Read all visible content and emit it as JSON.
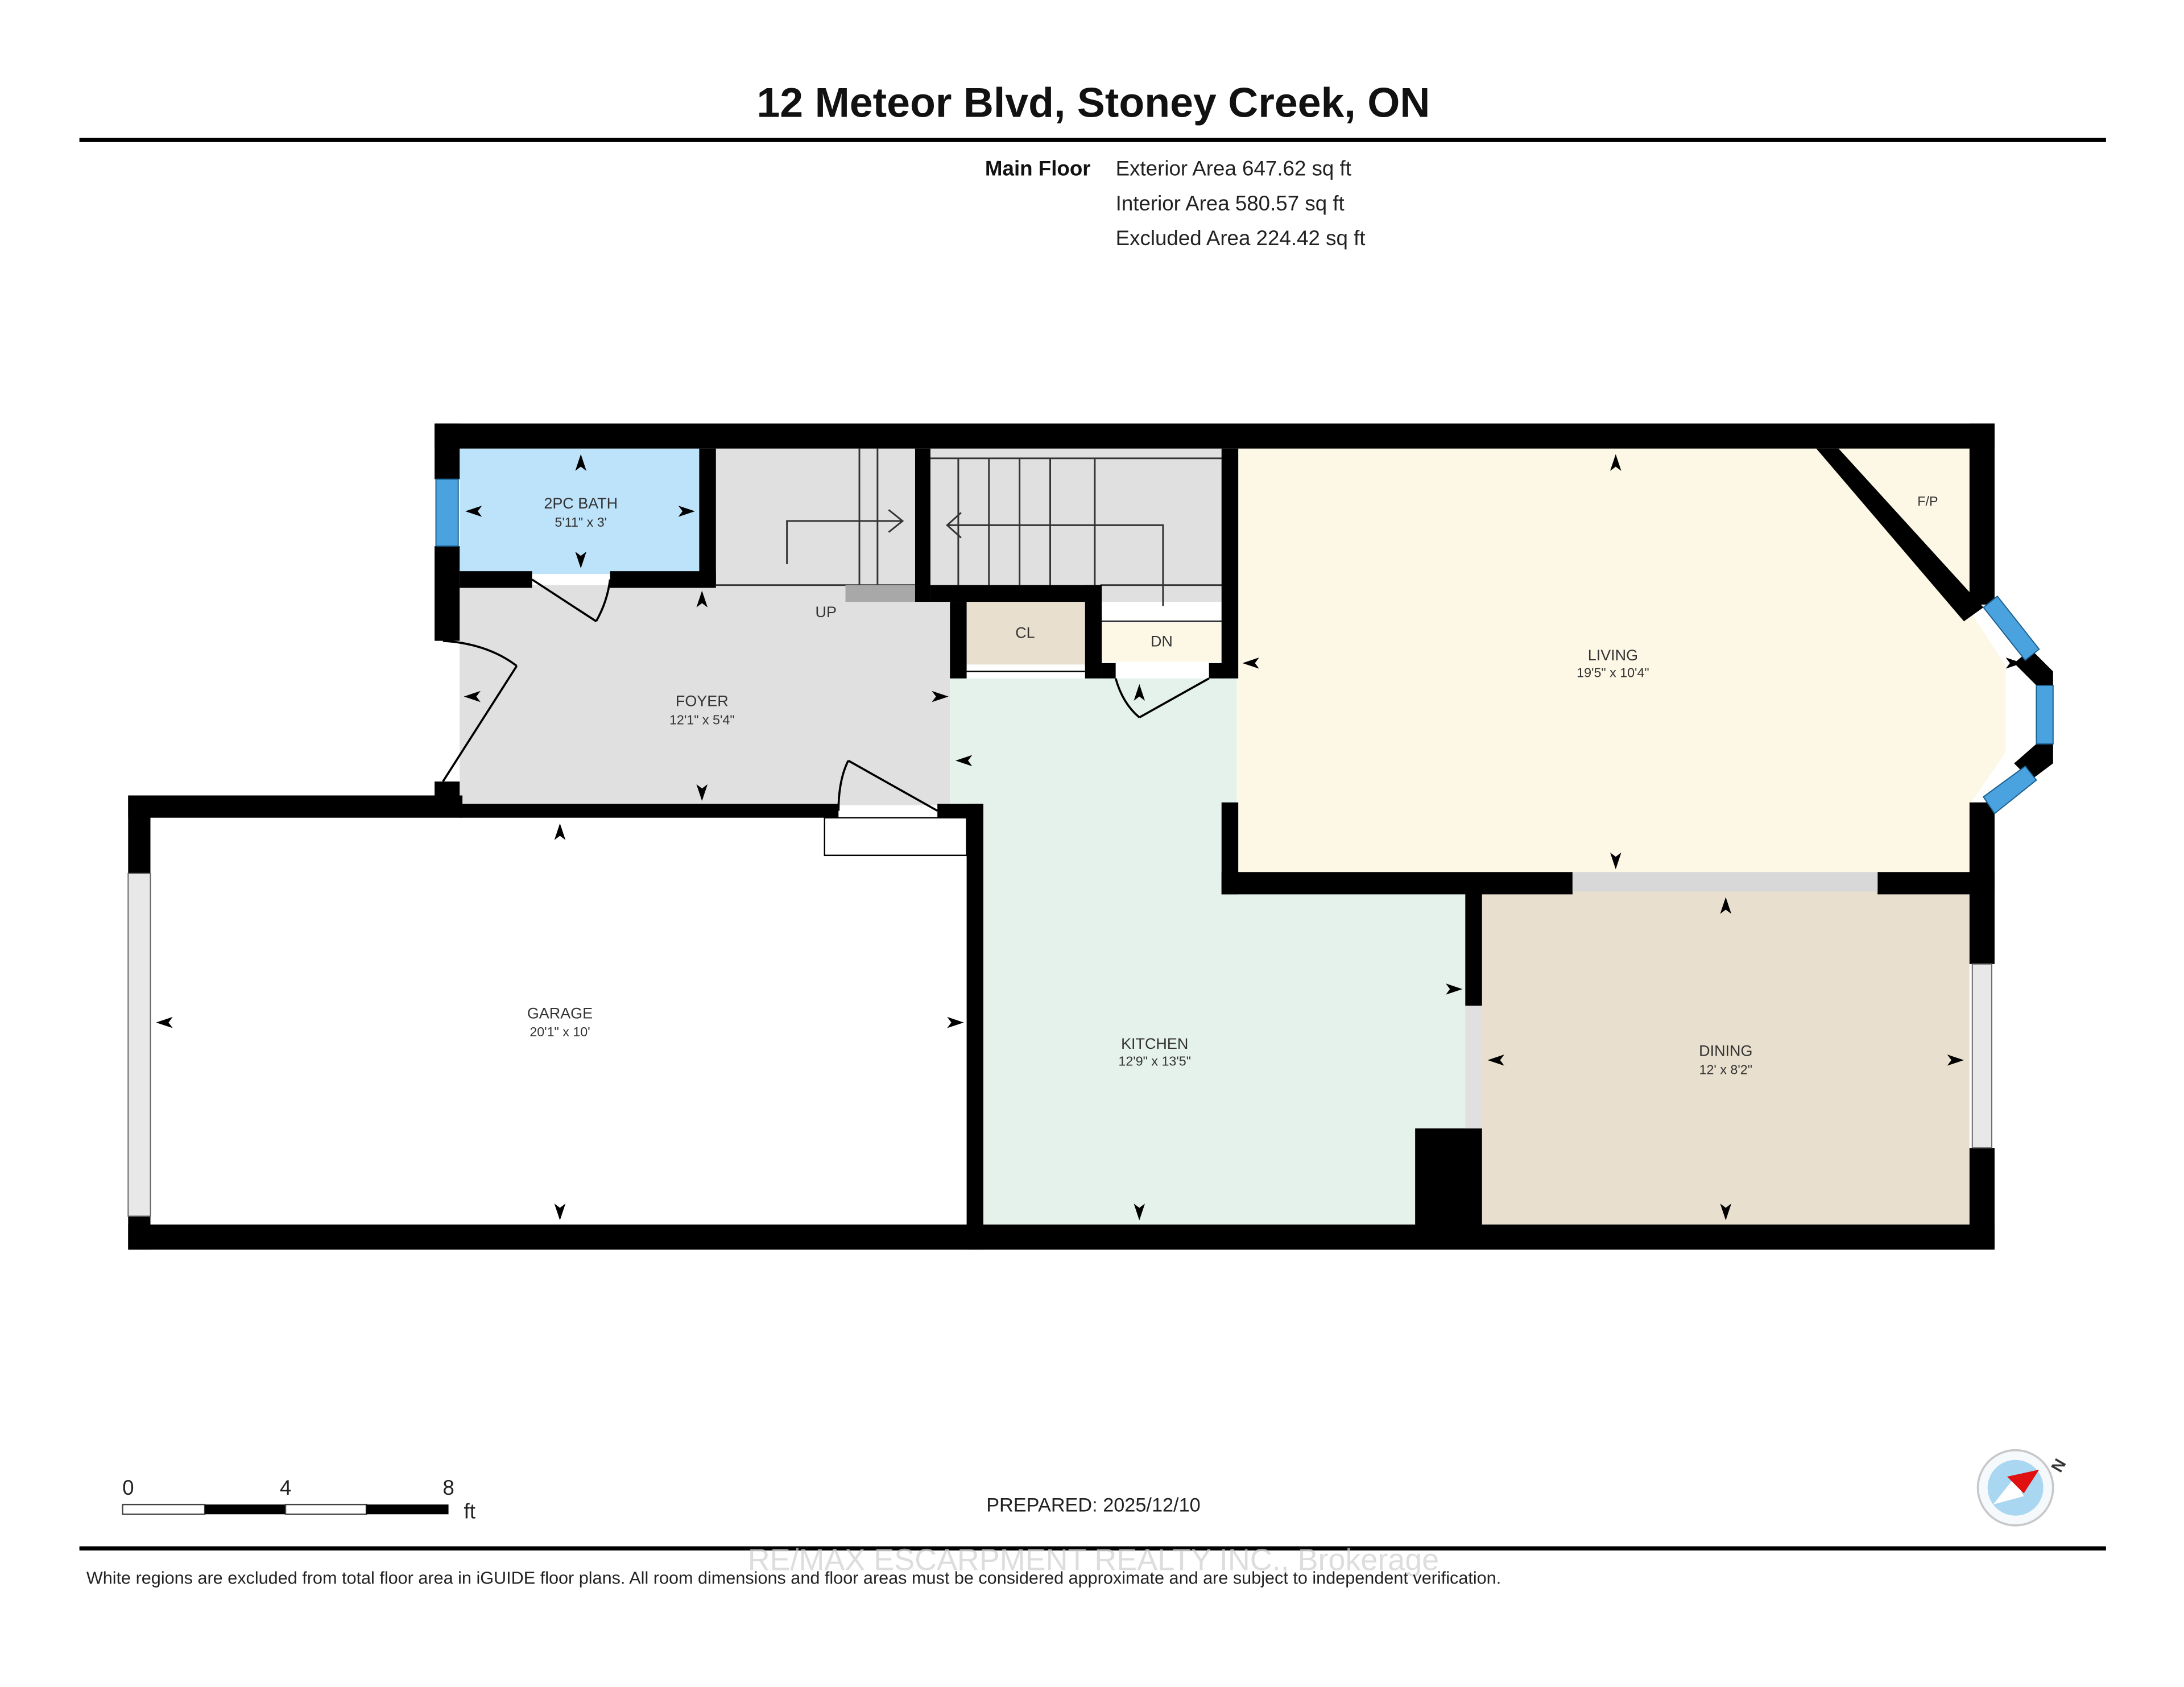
{
  "header": {
    "title": "12 Meteor Blvd, Stoney Creek, ON"
  },
  "floor": {
    "label": "Main Floor",
    "exterior_area": "Exterior Area 647.62 sq ft",
    "interior_area": "Interior Area 580.57 sq ft",
    "excluded_area": "Excluded Area 224.42 sq ft"
  },
  "rooms": {
    "bath": {
      "name": "2PC BATH",
      "dims": "5'11\" x 3'",
      "color": "#bde3fb"
    },
    "foyer": {
      "name": "FOYER",
      "dims": "12'1\" x 5'4\"",
      "color": "#e0e0e0"
    },
    "living": {
      "name": "LIVING",
      "dims": "19'5\" x 10'4\"",
      "color": "#fdf8e6"
    },
    "garage": {
      "name": "GARAGE",
      "dims": "20'1\" x 10'",
      "color": "#ffffff"
    },
    "kitchen": {
      "name": "KITCHEN",
      "dims": "12'9\" x 13'5\"",
      "color": "#e5f2ec"
    },
    "dining": {
      "name": "DINING",
      "dims": "12' x 8'2\"",
      "color": "#e8dfce"
    },
    "closet": {
      "name": "CL",
      "color": "#e8dfce"
    },
    "stair_down": {
      "name": "DN",
      "color": "#fdf8e6"
    },
    "fireplace": {
      "name": "F/P"
    },
    "stair_up": {
      "name": "UP"
    }
  },
  "colors": {
    "wall": "#000000",
    "window": "#4aa3df",
    "stairs": "#e0e0e0"
  },
  "scale_bar": {
    "ticks": [
      "0",
      "4",
      "8"
    ],
    "unit": "ft"
  },
  "prepared": "PREPARED: 2025/12/10",
  "compass": {
    "label": "N"
  },
  "watermark": "RE/MAX ESCARPMENT REALTY INC., Brokerage",
  "footer": {
    "disclaimer": "White regions are excluded from total floor area in iGUIDE floor plans. All room dimensions and floor areas must be considered approximate and are subject to independent verification."
  }
}
